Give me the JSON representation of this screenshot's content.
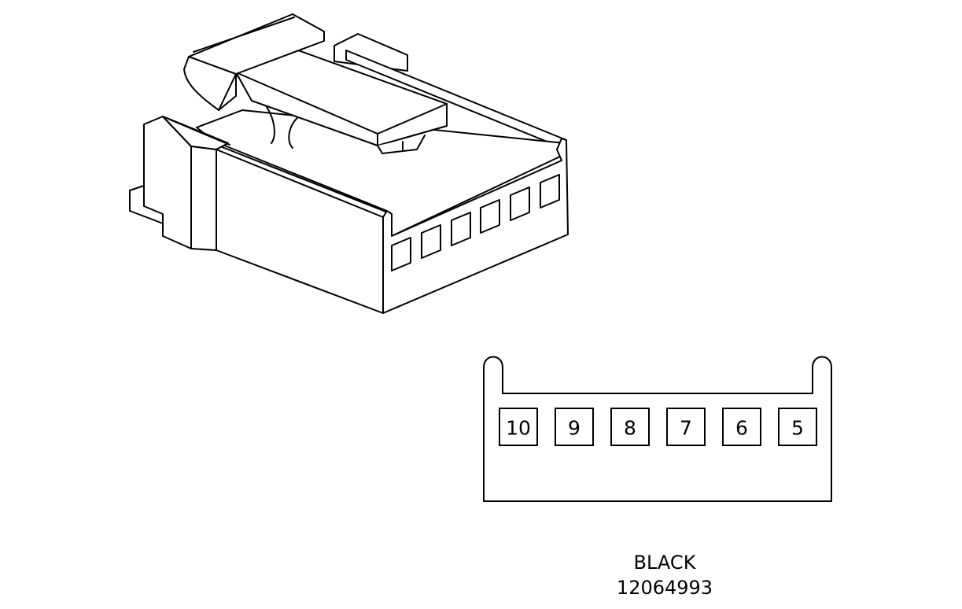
{
  "connector": {
    "color_label": "BLACK",
    "part_number": "12064993",
    "pins": [
      "10",
      "9",
      "8",
      "7",
      "6",
      "5"
    ]
  }
}
